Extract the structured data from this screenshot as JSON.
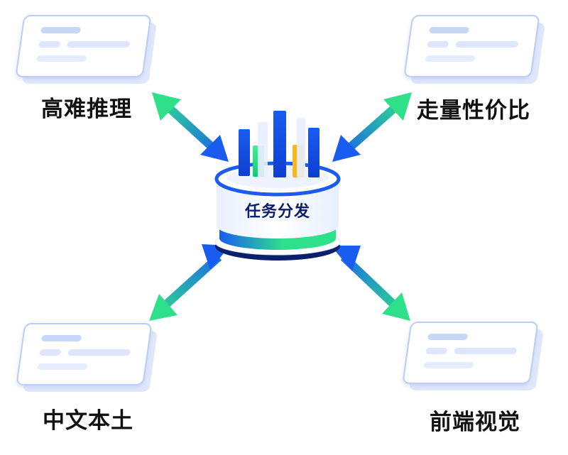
{
  "center": {
    "label": "任务分发"
  },
  "nodes": [
    {
      "id": "tl",
      "label": "高难推理"
    },
    {
      "id": "tr",
      "label": "走量性价比"
    },
    {
      "id": "bl",
      "label": "中文本土"
    },
    {
      "id": "br",
      "label": "前端视觉"
    }
  ],
  "colors": {
    "blue": "#1a5cf0",
    "green": "#2fe08a",
    "navy": "#0b1f6b",
    "amber": "#f5b920",
    "card_border": "#b9ccf5"
  }
}
